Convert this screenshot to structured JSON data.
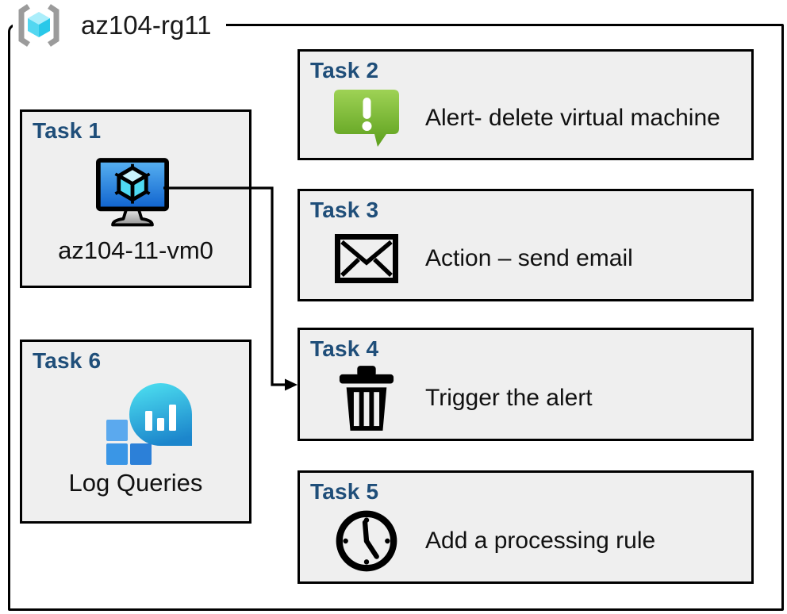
{
  "header": {
    "resource_group": "az104-rg11"
  },
  "tasks": [
    {
      "title": "Task 1",
      "label": "az104-11-vm0",
      "icon": "virtual-machine-icon"
    },
    {
      "title": "Task 2",
      "label": "Alert- delete virtual machine",
      "icon": "alert-icon"
    },
    {
      "title": "Task 3",
      "label": "Action – send email",
      "icon": "email-icon"
    },
    {
      "title": "Task 4",
      "label": "Trigger the alert",
      "icon": "trash-icon"
    },
    {
      "title": "Task 5",
      "label": "Add a processing rule",
      "icon": "clock-icon"
    },
    {
      "title": "Task 6",
      "label": "Log Queries",
      "icon": "log-queries-icon"
    }
  ],
  "connector": {
    "from": "task-1-virtual-machine",
    "to": "task-4-box"
  },
  "colors": {
    "task_title_blue": "#1F4E79",
    "box_fill": "#EFEFEF",
    "box_border": "#000000",
    "alert_green_top": "#9ED255",
    "alert_green_bottom": "#5C9F1C",
    "vm_screen_top": "#58B2F2",
    "vm_screen_bottom": "#0F62CE",
    "cube_cyan": "#4FD9F2",
    "log_bubble_top": "#4ADAEE",
    "log_bubble_bottom": "#1C86CC",
    "bracket_gray": "#9B9B9B"
  }
}
